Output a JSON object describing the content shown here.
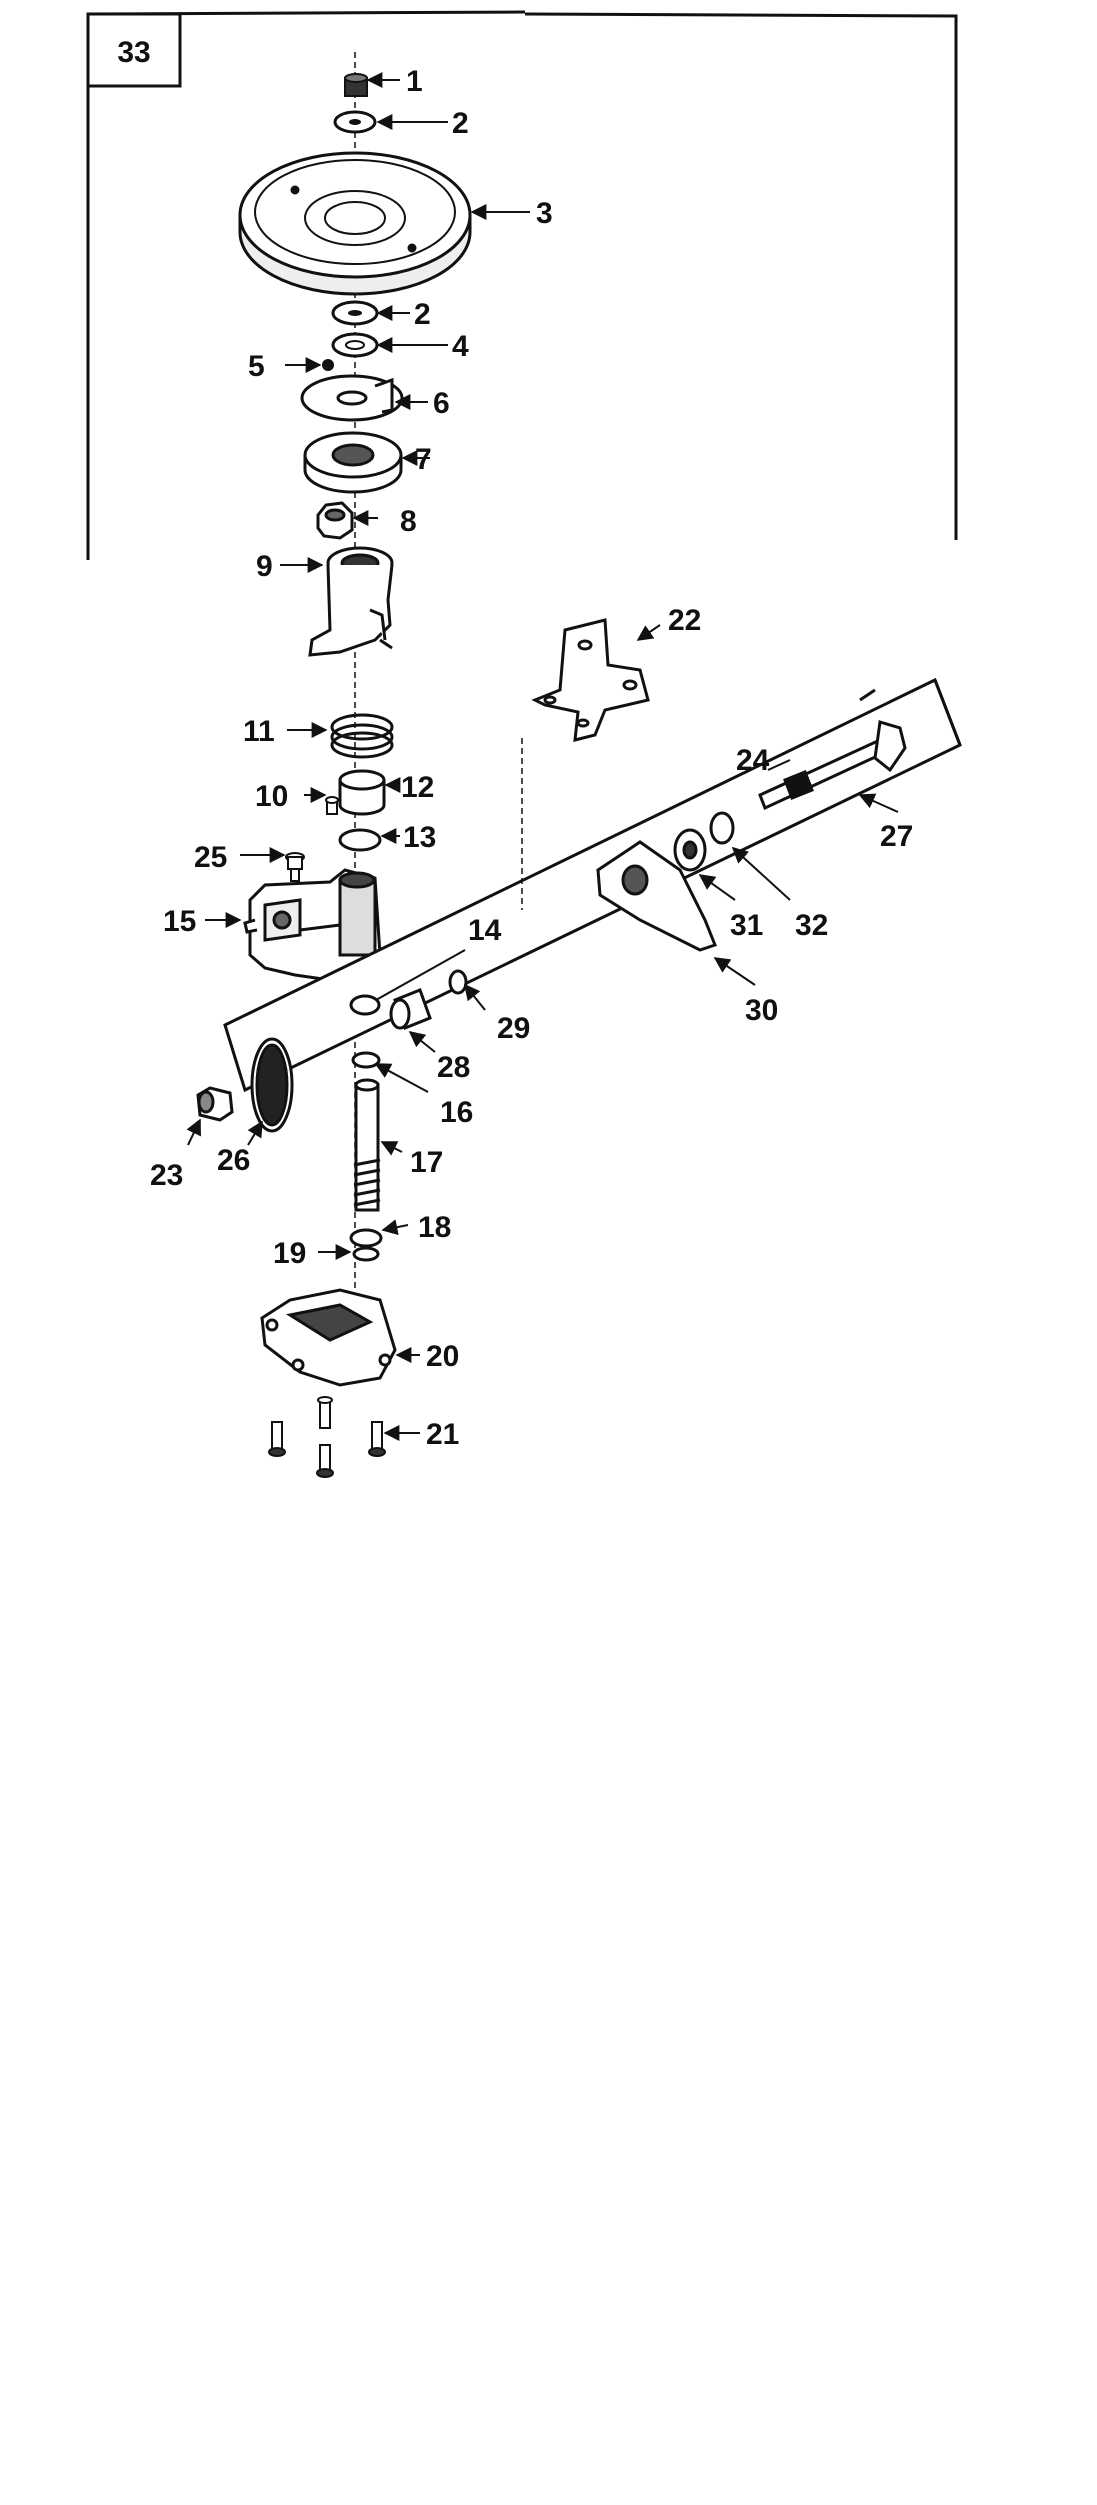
{
  "figure": {
    "box_number": "33",
    "callouts": [
      "1",
      "2",
      "3",
      "2",
      "4",
      "5",
      "6",
      "7",
      "8",
      "9",
      "11",
      "10",
      "12",
      "13",
      "25",
      "15",
      "14",
      "29",
      "28",
      "16",
      "23",
      "26",
      "17",
      "18",
      "19",
      "20",
      "21",
      "22",
      "24",
      "27",
      "31",
      "32",
      "30"
    ]
  }
}
